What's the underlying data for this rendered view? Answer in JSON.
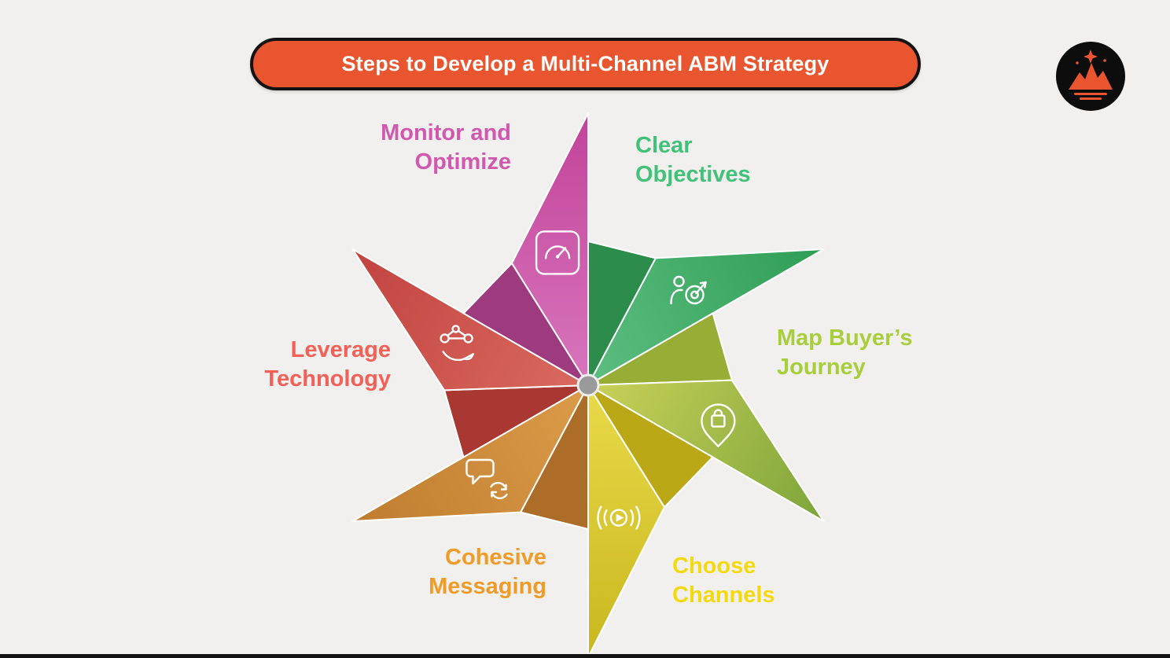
{
  "background": "#f1f0ee",
  "title": {
    "text": "Steps to Develop a Multi-Channel ABM Strategy",
    "bg_color": "#e8552e",
    "text_color": "#ffffff",
    "border_color": "#131313"
  },
  "logo": {
    "name": "mountain-crown-logo",
    "bg_color": "#0d0d0d",
    "accent_color": "#e8552e"
  },
  "center": {
    "color": "#9a9a9a",
    "ring_color": "#eeeeee"
  },
  "steps": [
    {
      "id": "clear-objectives",
      "lines": [
        "Clear",
        "Objectives"
      ],
      "label_color": "#41c278",
      "icon": "person-target-icon",
      "angle_deg": 30,
      "blade": {
        "tip": "#2f9e55",
        "mid": "#5dbe82",
        "shade": "#2b8c4b"
      }
    },
    {
      "id": "map-buyers-journey",
      "lines": [
        "Map Buyer’s",
        "Journey"
      ],
      "label_color": "#a8ce3b",
      "icon": "location-pin-shopping-bag-icon",
      "angle_deg": -30,
      "blade": {
        "tip": "#7da53b",
        "mid": "#c9d158",
        "shade": "#98ad36"
      }
    },
    {
      "id": "choose-channels",
      "lines": [
        "Choose",
        "Channels"
      ],
      "label_color": "#f5d90f",
      "icon": "broadcast-play-icon",
      "angle_deg": -90,
      "blade": {
        "tip": "#c9b71d",
        "mid": "#e9da4a",
        "shade": "#baa816"
      }
    },
    {
      "id": "cohesive-messaging",
      "lines": [
        "Cohesive",
        "Messaging"
      ],
      "label_color": "#f09b28",
      "icon": "chat-sync-icon",
      "angle_deg": 210,
      "blade": {
        "tip": "#bf7c2f",
        "mid": "#db9c49",
        "shade": "#ab6d27"
      }
    },
    {
      "id": "leverage-technology",
      "lines": [
        "Leverage",
        "Technology"
      ],
      "label_color": "#f26057",
      "icon": "network-hand-icon",
      "angle_deg": 150,
      "blade": {
        "tip": "#c24340",
        "mid": "#d96a5f",
        "shade": "#a93732"
      }
    },
    {
      "id": "monitor-optimize",
      "lines": [
        "Monitor and",
        "Optimize"
      ],
      "label_color": "#d158ae",
      "icon": "gauge-icon",
      "angle_deg": 90,
      "blade": {
        "tip": "#c2439a",
        "mid": "#d876bc",
        "shade": "#9e3a7e"
      }
    }
  ]
}
